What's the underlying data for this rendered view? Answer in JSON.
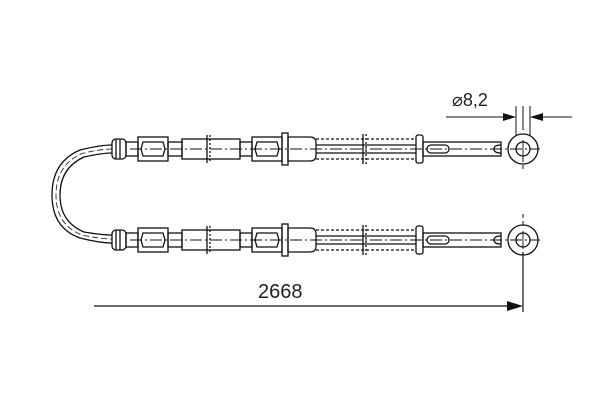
{
  "drawing": {
    "title": "Hand brake cable technical drawing",
    "line_color": "#111111",
    "background": "#ffffff"
  },
  "dimensions": {
    "length_label": "2668",
    "diameter_label": "⌀8,2"
  },
  "components": [
    {
      "name": "curved-cable-loop"
    },
    {
      "name": "upper-cable-assembly"
    },
    {
      "name": "lower-cable-assembly"
    },
    {
      "name": "upper-eyelet-end"
    },
    {
      "name": "lower-eyelet-end"
    }
  ]
}
